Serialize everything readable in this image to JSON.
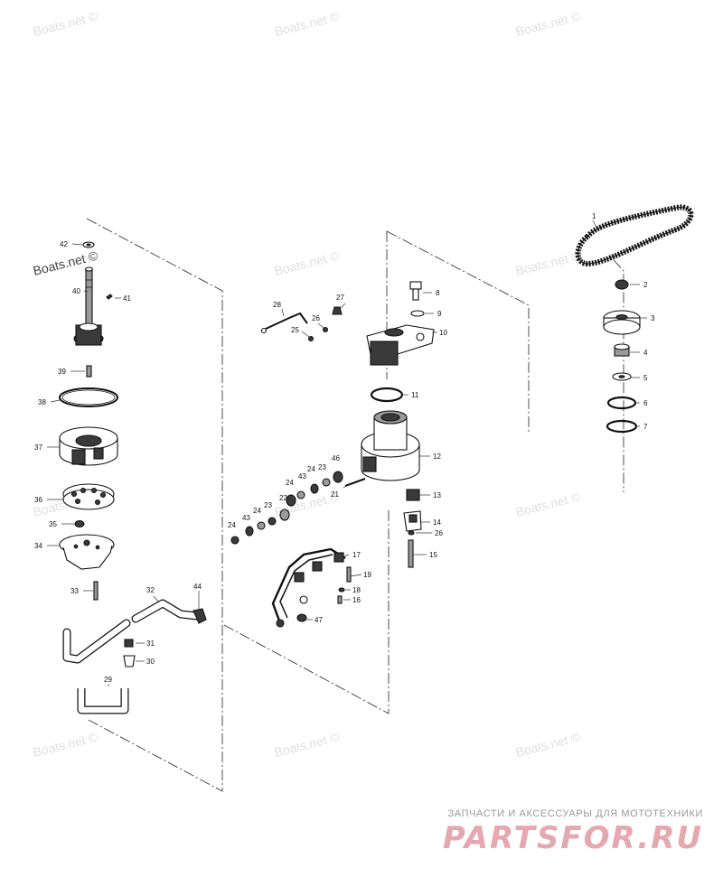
{
  "watermark": "Boats.net ©",
  "footer": {
    "caption": "ЗАПЧАСТИ И АКСЕССУАРЫ ДЛЯ МОТОТЕХНИКИ",
    "logo": "PARTSFOR.RU"
  },
  "labels": {
    "p1": "1",
    "p2": "2",
    "p3": "3",
    "p4": "4",
    "p5": "5",
    "p6": "6",
    "p7": "7",
    "p8": "8",
    "p9": "9",
    "p10": "10",
    "p11": "11",
    "p12": "12",
    "p13": "13",
    "p14": "14",
    "p15": "15",
    "p16": "16",
    "p17": "17",
    "p18": "18",
    "p19": "19",
    "p21": "21",
    "p22": "22",
    "p23a": "23",
    "p23b": "23",
    "p24a": "24",
    "p24b": "24",
    "p24c": "24",
    "p24d": "24",
    "p25": "25",
    "p26a": "26",
    "p26b": "26",
    "p27": "27",
    "p28": "28",
    "p29": "29",
    "p30": "30",
    "p31": "31",
    "p32": "32",
    "p33": "33",
    "p34": "34",
    "p35": "35",
    "p36": "36",
    "p37": "37",
    "p38": "38",
    "p39": "39",
    "p40": "40",
    "p41": "41",
    "p42": "42",
    "p43a": "43",
    "p43b": "43",
    "p44": "44",
    "p46": "46",
    "p47": "47"
  }
}
